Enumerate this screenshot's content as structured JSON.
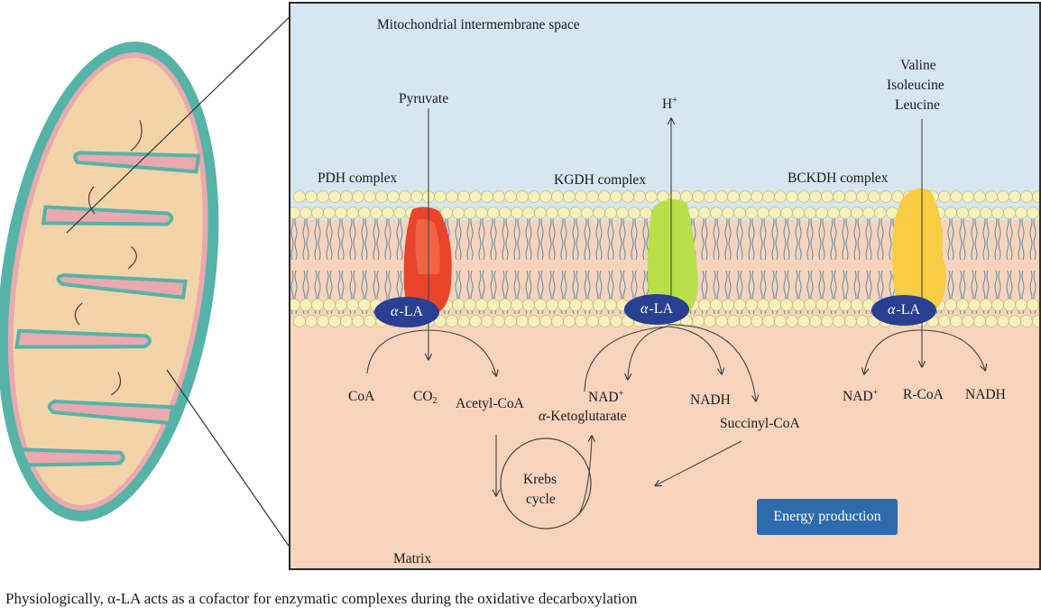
{
  "labels": {
    "intermembrane_space": "Mitochondrial intermembrane space",
    "pyruvate": "Pyruvate",
    "h_plus": "H",
    "h_plus_sup": "+",
    "amino_acid_1": "Valine",
    "amino_acid_2": "Isoleucine",
    "amino_acid_3": "Leucine",
    "pdh_complex": "PDH complex",
    "kgdh_complex": "KGDH complex",
    "bckdh_complex": "BCKDH complex",
    "coa": "CoA",
    "co2": "CO",
    "co2_sub": "2",
    "acetyl_coa": "Acetyl-CoA",
    "nad_plus_1": "NAD",
    "nad_plus_1_sup": "+",
    "nadh_1": "NADH",
    "alpha_ketoglutarate_prefix": "α",
    "alpha_ketoglutarate": "-Ketoglutarate",
    "succinyl_coa": "Succinyl-CoA",
    "nad_plus_2": "NAD",
    "nad_plus_2_sup": "+",
    "r_coa": "R-CoA",
    "nadh_2": "NADH",
    "krebs_line1": "Krebs",
    "krebs_line2": "cycle",
    "matrix": "Matrix",
    "energy_production": "Energy production",
    "ala_prefix": "α",
    "ala_text": "-LA",
    "caption": "Physiologically, α-LA acts as a cofactor for enzymatic complexes during the oxidative decarboxylation"
  },
  "colors": {
    "intermembrane_bg": "#d6e7f2",
    "matrix_bg": "#f8d4bd",
    "pdh_complex": "#e8452a",
    "kgdh_complex": "#b7e04a",
    "bckdh_complex": "#f7cd45",
    "alpha_la": "#283f92",
    "energy_box": "#2e6aac"
  }
}
